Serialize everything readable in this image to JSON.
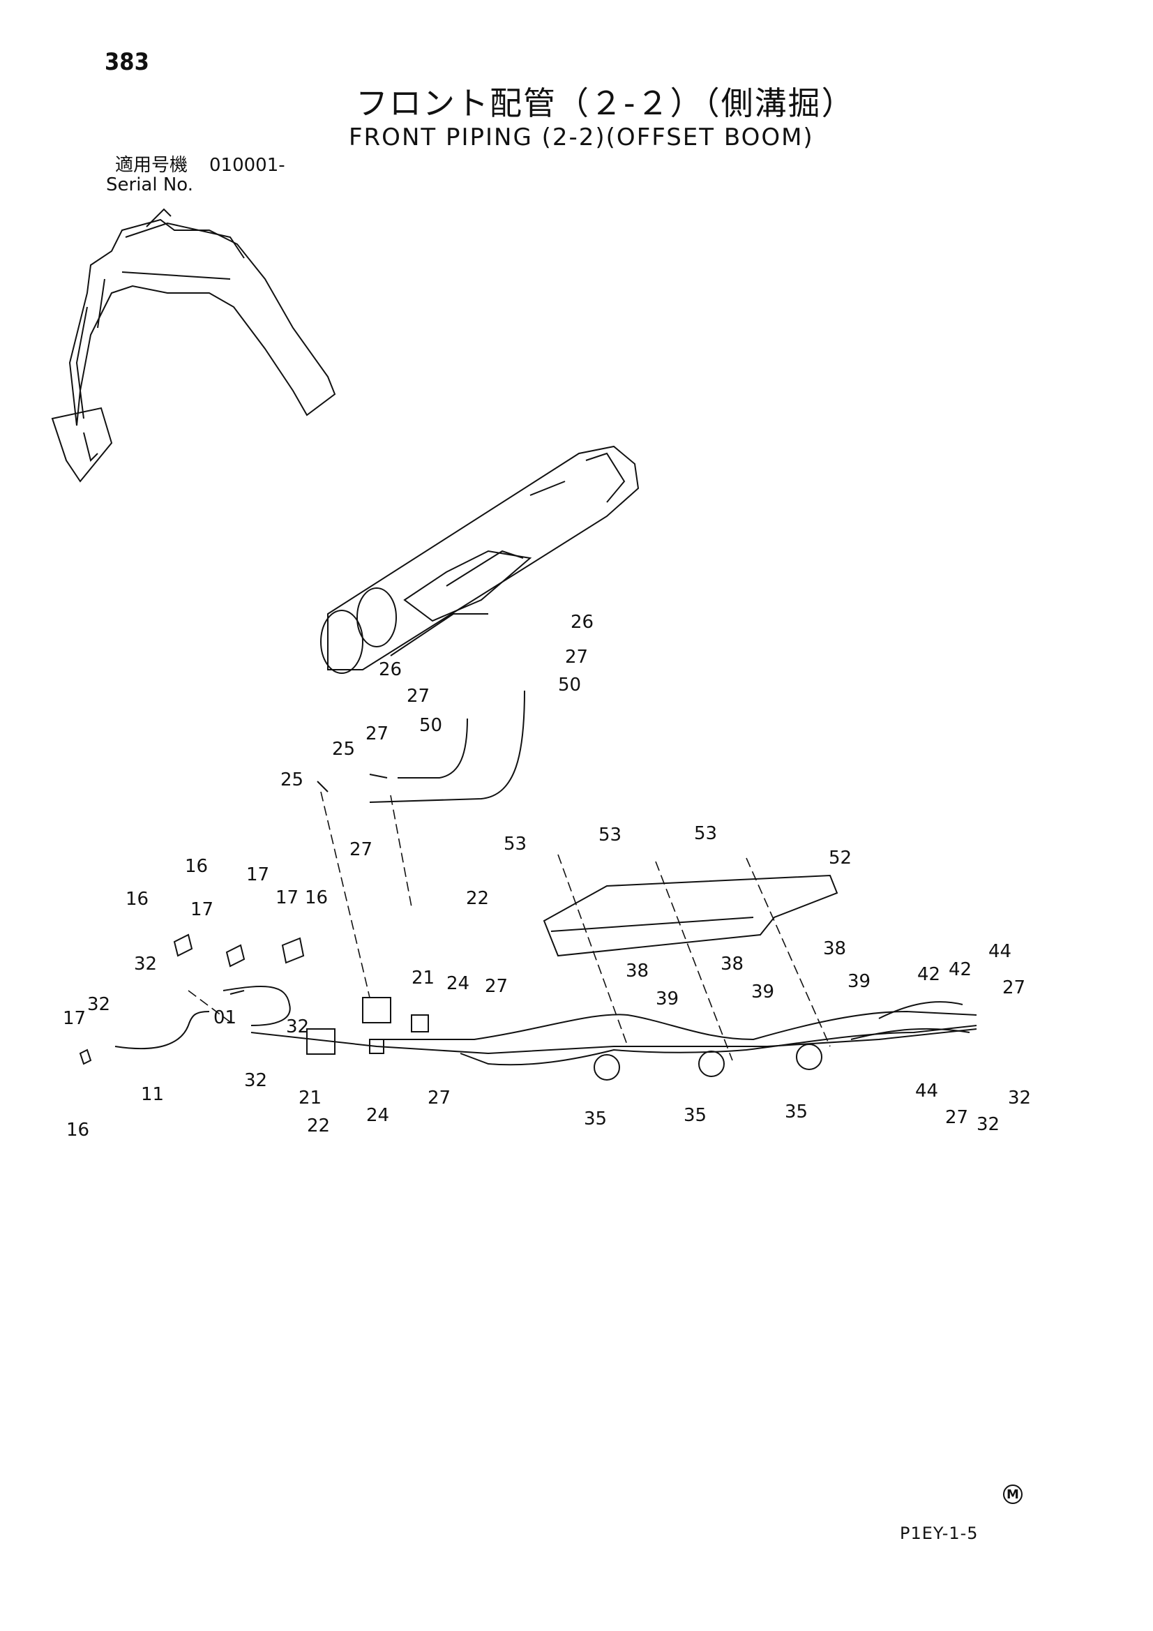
{
  "page_number": "383",
  "title_jp": "フロント配管（２-２）（側溝掘）",
  "title_en": "FRONT PIPING (2-2)(OFFSET BOOM)",
  "serial_label_jp": "適用号機",
  "serial_value": "010001-",
  "serial_label_en": "Serial No.",
  "doc_code": "P1EY-1-5",
  "mark": "M",
  "callouts": [
    "383"
  ],
  "part_labels": [
    "26",
    "27",
    "50",
    "26",
    "27",
    "50",
    "27",
    "25",
    "25",
    "27",
    "53",
    "53",
    "53",
    "52",
    "16",
    "17",
    "16",
    "17",
    "17",
    "16",
    "22",
    "32",
    "21",
    "24",
    "27",
    "38",
    "39",
    "38",
    "39",
    "38",
    "39",
    "42",
    "42",
    "44",
    "27",
    "32",
    "17",
    "01",
    "32",
    "11",
    "32",
    "16",
    "21",
    "22",
    "24",
    "27",
    "35",
    "35",
    "35",
    "44",
    "27",
    "32",
    "32"
  ]
}
